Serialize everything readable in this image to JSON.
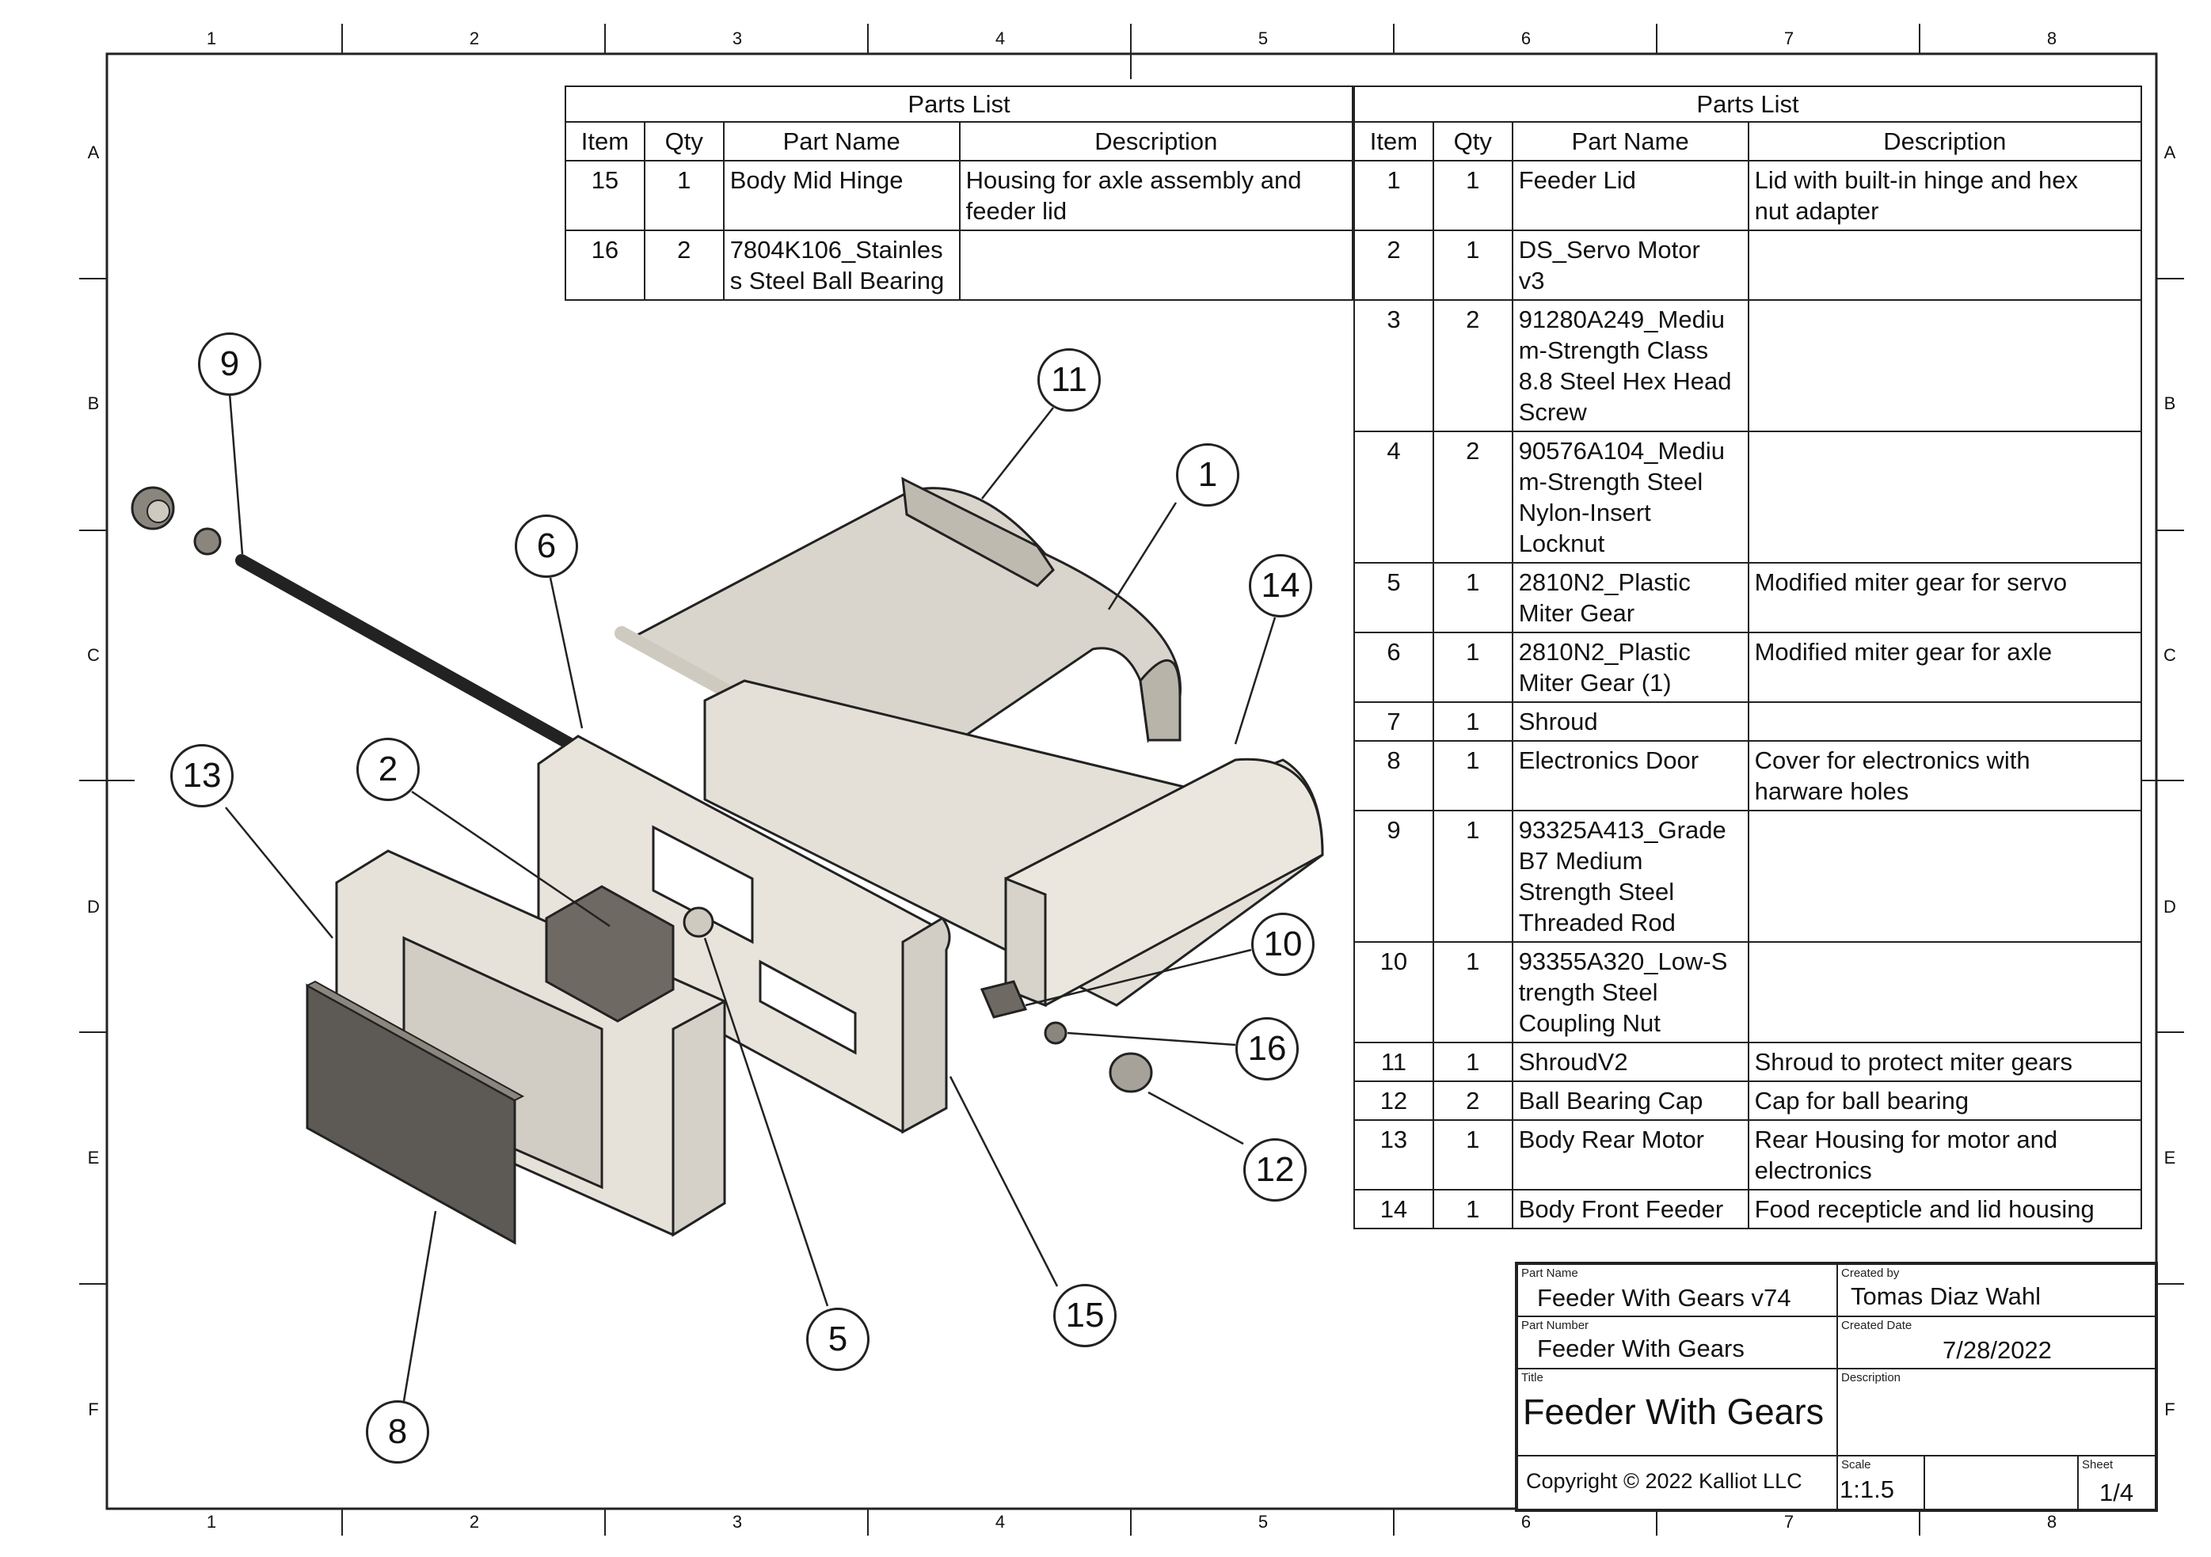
{
  "zones": {
    "columns": [
      "1",
      "2",
      "3",
      "4",
      "5",
      "6",
      "7",
      "8"
    ],
    "rows": [
      "A",
      "B",
      "C",
      "D",
      "E",
      "F"
    ]
  },
  "parts_list_left": {
    "title": "Parts List",
    "headers": [
      "Item",
      "Qty",
      "Part Name",
      "Description"
    ],
    "rows": [
      {
        "item": "15",
        "qty": "1",
        "name": [
          "Body Mid Hinge"
        ],
        "desc": [
          "Housing for axle assembly and",
          "feeder lid"
        ]
      },
      {
        "item": "16",
        "qty": "2",
        "name": [
          "7804K106_Stainles",
          "s Steel Ball Bearing"
        ],
        "desc": []
      }
    ]
  },
  "parts_list_right": {
    "title": "Parts List",
    "headers": [
      "Item",
      "Qty",
      "Part Name",
      "Description"
    ],
    "rows": [
      {
        "item": "1",
        "qty": "1",
        "name": [
          "Feeder Lid"
        ],
        "desc": [
          "Lid with built-in hinge and hex",
          "nut adapter"
        ]
      },
      {
        "item": "2",
        "qty": "1",
        "name": [
          "DS_Servo Motor",
          "v3"
        ],
        "desc": []
      },
      {
        "item": "3",
        "qty": "2",
        "name": [
          "91280A249_Mediu",
          "m-Strength Class",
          "8.8 Steel Hex Head",
          "Screw"
        ],
        "desc": []
      },
      {
        "item": "4",
        "qty": "2",
        "name": [
          "90576A104_Mediu",
          "m-Strength Steel",
          "Nylon-Insert",
          "Locknut"
        ],
        "desc": []
      },
      {
        "item": "5",
        "qty": "1",
        "name": [
          "2810N2_Plastic",
          "Miter Gear"
        ],
        "desc": [
          "Modified miter gear for servo"
        ]
      },
      {
        "item": "6",
        "qty": "1",
        "name": [
          "2810N2_Plastic",
          "Miter Gear (1)"
        ],
        "desc": [
          "Modified miter gear for axle"
        ]
      },
      {
        "item": "7",
        "qty": "1",
        "name": [
          "Shroud"
        ],
        "desc": []
      },
      {
        "item": "8",
        "qty": "1",
        "name": [
          "Electronics Door"
        ],
        "desc": [
          "Cover for electronics with",
          "harware holes"
        ]
      },
      {
        "item": "9",
        "qty": "1",
        "name": [
          "93325A413_Grade",
          "B7 Medium",
          "Strength Steel",
          "Threaded Rod"
        ],
        "desc": []
      },
      {
        "item": "10",
        "qty": "1",
        "name": [
          "93355A320_Low-S",
          "trength Steel",
          "Coupling Nut"
        ],
        "desc": []
      },
      {
        "item": "11",
        "qty": "1",
        "name": [
          "ShroudV2"
        ],
        "desc": [
          "Shroud to protect miter gears"
        ]
      },
      {
        "item": "12",
        "qty": "2",
        "name": [
          "Ball Bearing Cap"
        ],
        "desc": [
          "Cap for ball bearing"
        ]
      },
      {
        "item": "13",
        "qty": "1",
        "name": [
          "Body Rear Motor"
        ],
        "desc": [
          "Rear Housing for motor and",
          "electronics"
        ]
      },
      {
        "item": "14",
        "qty": "1",
        "name": [
          "Body Front Feeder"
        ],
        "desc": [
          "Food recepticle and lid housing"
        ]
      }
    ]
  },
  "title_block": {
    "part_name_caption": "Part Name",
    "part_name": "Feeder With Gears v74",
    "created_by_caption": "Created by",
    "created_by": "Tomas Diaz Wahl",
    "part_number_caption": "Part Number",
    "part_number": "Feeder With Gears",
    "created_date_caption": "Created Date",
    "created_date": "7/28/2022",
    "title_caption": "Title",
    "title": "Feeder With Gears",
    "description_caption": "Description",
    "copyright": "Copyright © 2022 Kalliot LLC",
    "scale_caption": "Scale",
    "scale": "1:1.5",
    "sheet_caption": "Sheet",
    "sheet": "1/4"
  },
  "balloons": [
    {
      "label": "9"
    },
    {
      "label": "11"
    },
    {
      "label": "1"
    },
    {
      "label": "6"
    },
    {
      "label": "14"
    },
    {
      "label": "13"
    },
    {
      "label": "2"
    },
    {
      "label": "10"
    },
    {
      "label": "16"
    },
    {
      "label": "12"
    },
    {
      "label": "5"
    },
    {
      "label": "15"
    },
    {
      "label": "8"
    }
  ],
  "colors": {
    "line": "#222222",
    "part_light": "#ebe7df",
    "part_mid": "#cfcabf",
    "part_dark": "#6e6a63",
    "door": "#5d5a55"
  }
}
